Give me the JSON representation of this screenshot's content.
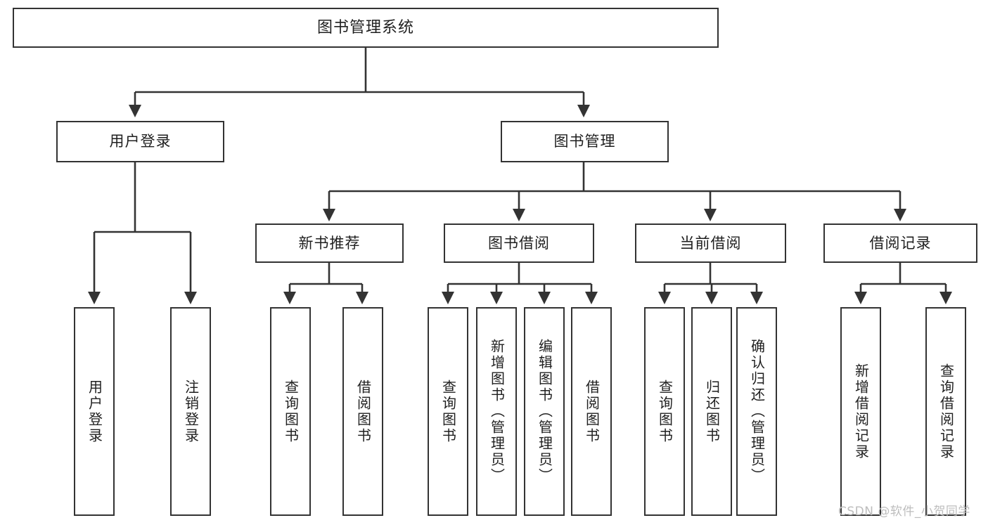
{
  "diagram": {
    "title": "图书管理系统",
    "type": "tree",
    "orientation": "top-down",
    "line_color": "#333333",
    "box_fill": "#ffffff",
    "text_color": "#1f1f1f"
  },
  "watermark": {
    "text": "CSDN @软件_小贺同学",
    "color": "#bdbdbd"
  },
  "nodes": {
    "root": {
      "label": "图书管理系统"
    },
    "level2": [
      {
        "id": "user-login",
        "label": "用户登录"
      },
      {
        "id": "book-manage",
        "label": "图书管理"
      }
    ],
    "level3": [
      {
        "id": "new-book-recommend",
        "label": "新书推荐"
      },
      {
        "id": "book-borrow",
        "label": "图书借阅"
      },
      {
        "id": "current-borrow",
        "label": "当前借阅"
      },
      {
        "id": "borrow-record",
        "label": "借阅记录"
      }
    ],
    "leaves": {
      "user_login": [
        {
          "id": "leaf-user-login",
          "label": "用户登录"
        },
        {
          "id": "leaf-logout-login",
          "label": "注销登录"
        }
      ],
      "new_book_recommend": [
        {
          "id": "leaf-query-book-1",
          "label": "查询图书"
        },
        {
          "id": "leaf-borrow-book-1",
          "label": "借阅图书"
        }
      ],
      "book_borrow": [
        {
          "id": "leaf-query-book-2",
          "label": "查询图书"
        },
        {
          "id": "leaf-add-book",
          "label": "新增图书（管理员）"
        },
        {
          "id": "leaf-edit-book",
          "label": "编辑图书（管理员）"
        },
        {
          "id": "leaf-borrow-book-2",
          "label": "借阅图书"
        }
      ],
      "current_borrow": [
        {
          "id": "leaf-query-book-3",
          "label": "查询图书"
        },
        {
          "id": "leaf-return-book",
          "label": "归还图书"
        },
        {
          "id": "leaf-confirm-return",
          "label": "确认归还（管理员）"
        }
      ],
      "borrow_record": [
        {
          "id": "leaf-add-record",
          "label": "新增借阅记录"
        },
        {
          "id": "leaf-query-record",
          "label": "查询借阅记录"
        }
      ]
    }
  }
}
